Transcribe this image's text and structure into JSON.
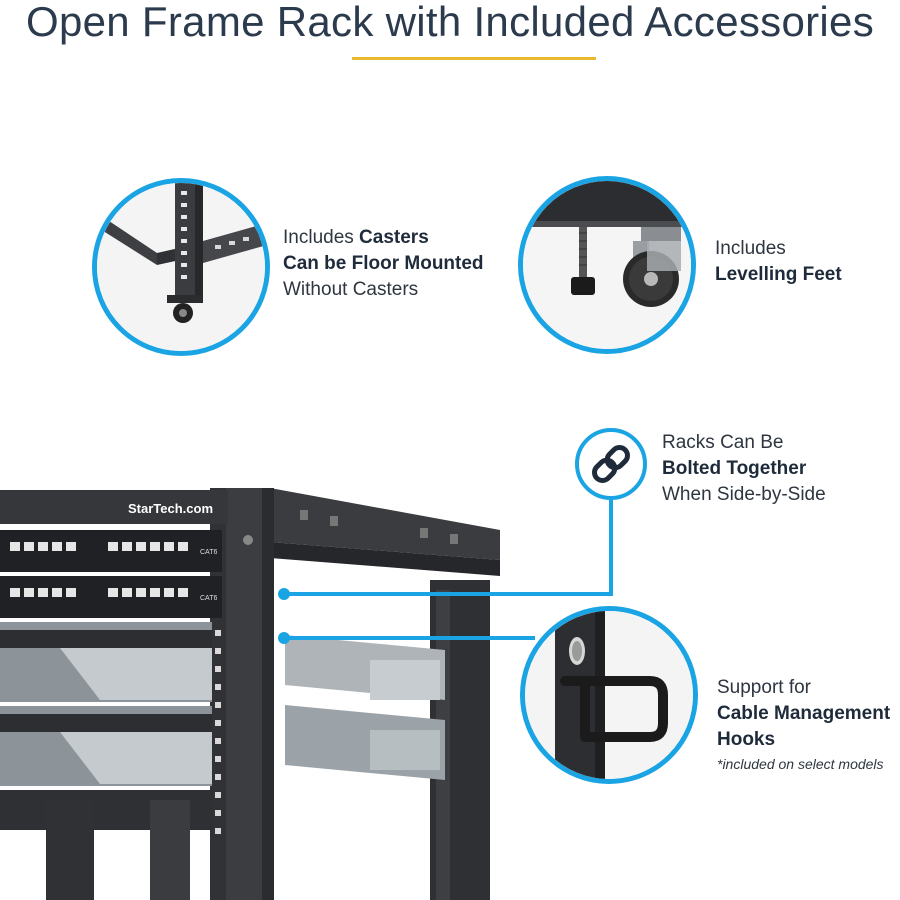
{
  "header": {
    "title": "Open Frame Rack with Included Accessories",
    "accent_color": "#e8b92c"
  },
  "theme": {
    "callout_color": "#1ba4e3",
    "text_color": "#2e3640"
  },
  "callouts": {
    "casters": {
      "line1": "Includes ",
      "line1_bold": "Casters",
      "line2": "Can be Floor Mounted",
      "line3": "Without Casters",
      "icon": "rack-caster-photo"
    },
    "feet": {
      "line1": "Includes",
      "line2": "Levelling Feet",
      "icon": "levelling-foot-photo"
    },
    "bolt": {
      "line1": "Racks Can Be",
      "line2": "Bolted Together",
      "line3": "When Side-by-Side",
      "icon": "link-chain-icon"
    },
    "hooks": {
      "line1": "Support for",
      "line2": "Cable Management",
      "line3": "Hooks",
      "note": "*included on select models",
      "icon": "cable-hook-photo"
    }
  },
  "rack": {
    "brand": "StarTech.com",
    "panel_label": "CAT6"
  }
}
